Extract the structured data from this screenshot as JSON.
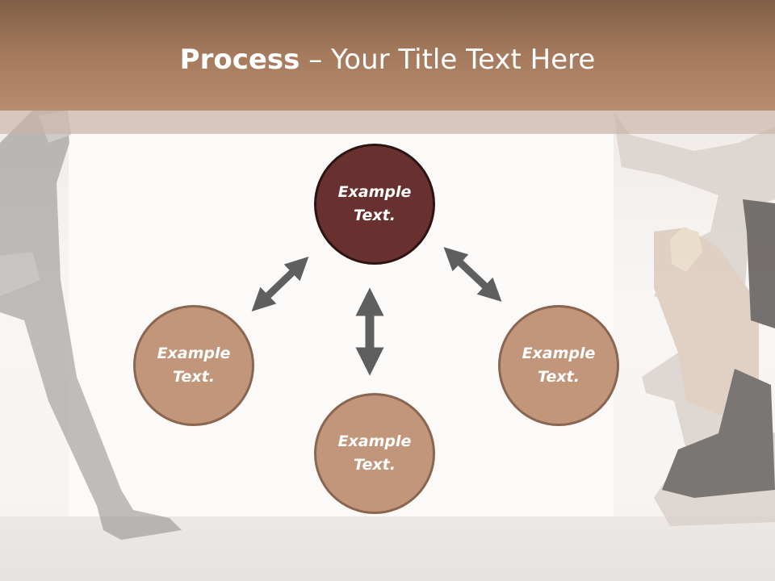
{
  "title": {
    "bold": "Process",
    "dash": " – ",
    "rest": "Your Title Text Here"
  },
  "nodes": {
    "top": {
      "line1": "Example",
      "line2": "Text."
    },
    "left": {
      "line1": "Example",
      "line2": "Text."
    },
    "right": {
      "line1": "Example",
      "line2": "Text."
    },
    "bottom": {
      "line1": "Example",
      "line2": "Text."
    }
  },
  "colors": {
    "primary_fill": "#68302f",
    "secondary_fill": "#c2967a",
    "arrow": "#5f5f5f",
    "title_band": "#a57a5d"
  }
}
